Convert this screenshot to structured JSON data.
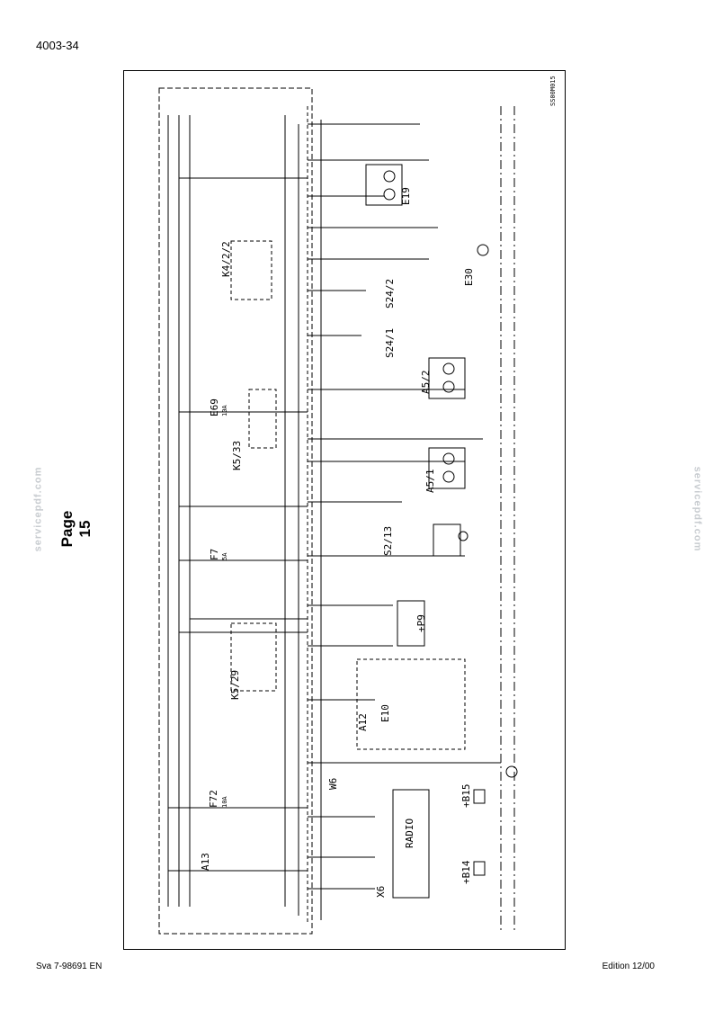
{
  "header": {
    "page_code": "4003-34"
  },
  "page_label": "Page 15",
  "watermark": "servicepdf.com",
  "footer": {
    "doc_number": "Sva 7-98691 EN",
    "edition": "Edition 12/00"
  },
  "diagram": {
    "id_code": "SS00M015",
    "components": [
      "A13",
      "F72 10A",
      "X6",
      "RADIO",
      "+B14",
      "+B15",
      "W6",
      "K5/29",
      "A12",
      "E10",
      "+P9",
      "F7 5A",
      "S2/13",
      "A5/1",
      "K5/33",
      "E69 10A",
      "A5/2",
      "S24/1",
      "S24/2",
      "K4/2/2",
      "E30",
      "E19"
    ]
  }
}
